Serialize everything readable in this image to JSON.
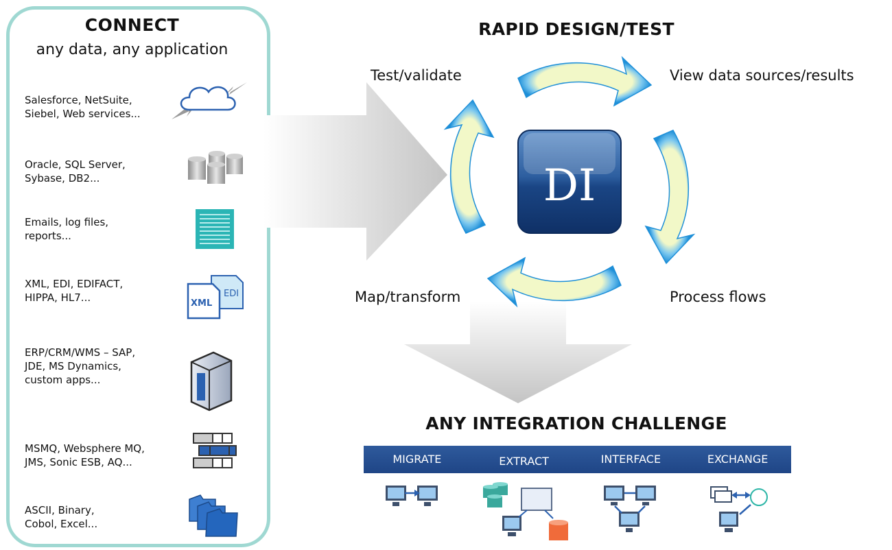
{
  "connect": {
    "title": "CONNECT",
    "subtitle": "any data, any application",
    "sources": [
      {
        "line1": "Salesforce, NetSuite,",
        "line2": "Siebel, Web services...",
        "line3": "",
        "icon": "cloud-icon"
      },
      {
        "line1": "Oracle, SQL Server,",
        "line2": "Sybase, DB2...",
        "line3": "",
        "icon": "database-icon"
      },
      {
        "line1": "Emails, log files,",
        "line2": "reports...",
        "line3": "",
        "icon": "report-icon"
      },
      {
        "line1": "XML, EDI, EDIFACT,",
        "line2": "HIPPA, HL7...",
        "line3": "",
        "icon": "xml-edi-icon",
        "icon_text_a": "XML",
        "icon_text_b": "EDI"
      },
      {
        "line1": "ERP/CRM/WMS – SAP,",
        "line2": "JDE, MS Dynamics,",
        "line3": "custom apps...",
        "icon": "server-icon"
      },
      {
        "line1": "MSMQ, Websphere MQ,",
        "line2": "JMS, Sonic ESB, AQ...",
        "line3": "",
        "icon": "queue-icon"
      },
      {
        "line1": "ASCII, Binary,",
        "line2": "Cobol, Excel...",
        "line3": "",
        "icon": "folders-icon"
      }
    ]
  },
  "design": {
    "title": "RAPID DESIGN/TEST",
    "logo_text": "DI",
    "steps": {
      "test": "Test/validate",
      "view": "View data sources/results",
      "map": "Map/transform",
      "process": "Process flows"
    }
  },
  "challenge": {
    "title": "ANY INTEGRATION CHALLENGE",
    "tabs": [
      "MIGRATE",
      "EXTRACT",
      "INTERFACE",
      "EXCHANGE"
    ]
  },
  "colors": {
    "panel_border": "#9fd8d2",
    "bar_blue": "#1f4586",
    "cycle_blue": "#3aa0e0",
    "logo_blue": "#1c4a8a"
  }
}
